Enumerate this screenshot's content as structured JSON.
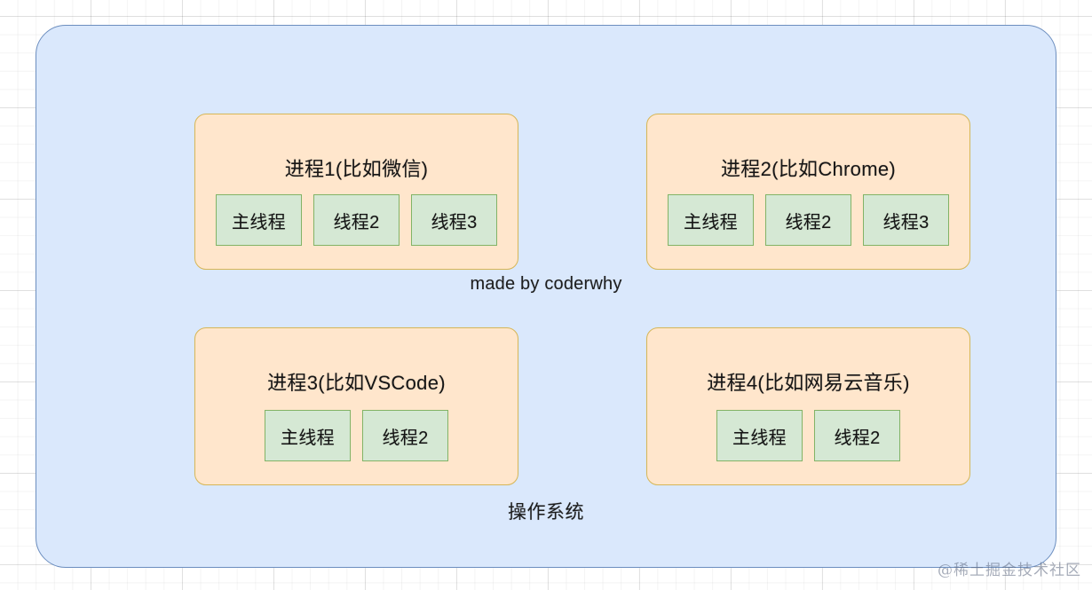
{
  "diagram": {
    "os_container": {
      "label": "操作系统",
      "fill_color": "#dae8fc",
      "border_color": "#6c8ebf"
    },
    "credit": "made by coderwhy",
    "watermark": "@稀土掘金技术社区",
    "process_fill_color": "#ffe6cc",
    "process_border_color": "#d6b656",
    "thread_fill_color": "#d5e8d4",
    "thread_border_color": "#82b366",
    "processes": [
      {
        "title": "进程1(比如微信)",
        "threads": [
          {
            "label": "主线程"
          },
          {
            "label": "线程2"
          },
          {
            "label": "线程3"
          }
        ]
      },
      {
        "title": "进程2(比如Chrome)",
        "threads": [
          {
            "label": "主线程"
          },
          {
            "label": "线程2"
          },
          {
            "label": "线程3"
          }
        ]
      },
      {
        "title": "进程3(比如VSCode)",
        "threads": [
          {
            "label": "主线程"
          },
          {
            "label": "线程2"
          }
        ]
      },
      {
        "title": "进程4(比如网易云音乐)",
        "threads": [
          {
            "label": "主线程"
          },
          {
            "label": "线程2"
          }
        ]
      }
    ]
  }
}
